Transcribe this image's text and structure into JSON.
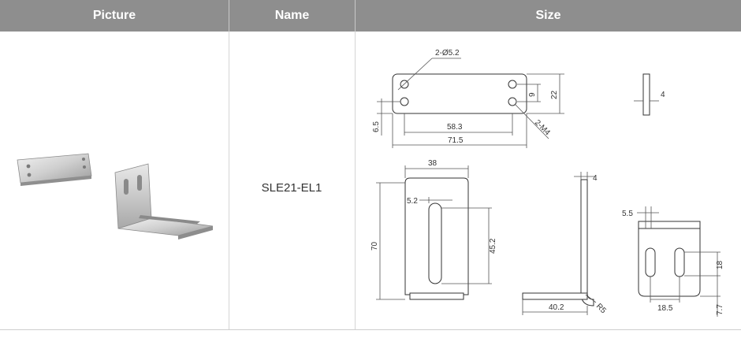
{
  "table": {
    "headers": [
      "Picture",
      "Name",
      "Size"
    ],
    "row": {
      "name": "SLE21-EL1"
    }
  },
  "dims": {
    "top_view": {
      "holes": "2-Ø5.2",
      "thread": "2-M4",
      "pitch": "58.3",
      "length": "71.5",
      "hole_spacing": "9",
      "height": "22",
      "edge": "6.5"
    },
    "side_view": {
      "thickness": "4"
    },
    "front_view": {
      "width": "38",
      "slot_offset": "5.2",
      "height": "70",
      "slot_length": "45.2"
    },
    "l_view": {
      "thickness": "4",
      "base": "40.2",
      "radius": "R5"
    },
    "end_view": {
      "offset": "5.5",
      "slot_height": "18",
      "slot_spacing": "18.5",
      "bottom": "7.7"
    }
  },
  "colors": {
    "header_bg": "#8e8e8e",
    "header_text": "#ffffff"
  }
}
